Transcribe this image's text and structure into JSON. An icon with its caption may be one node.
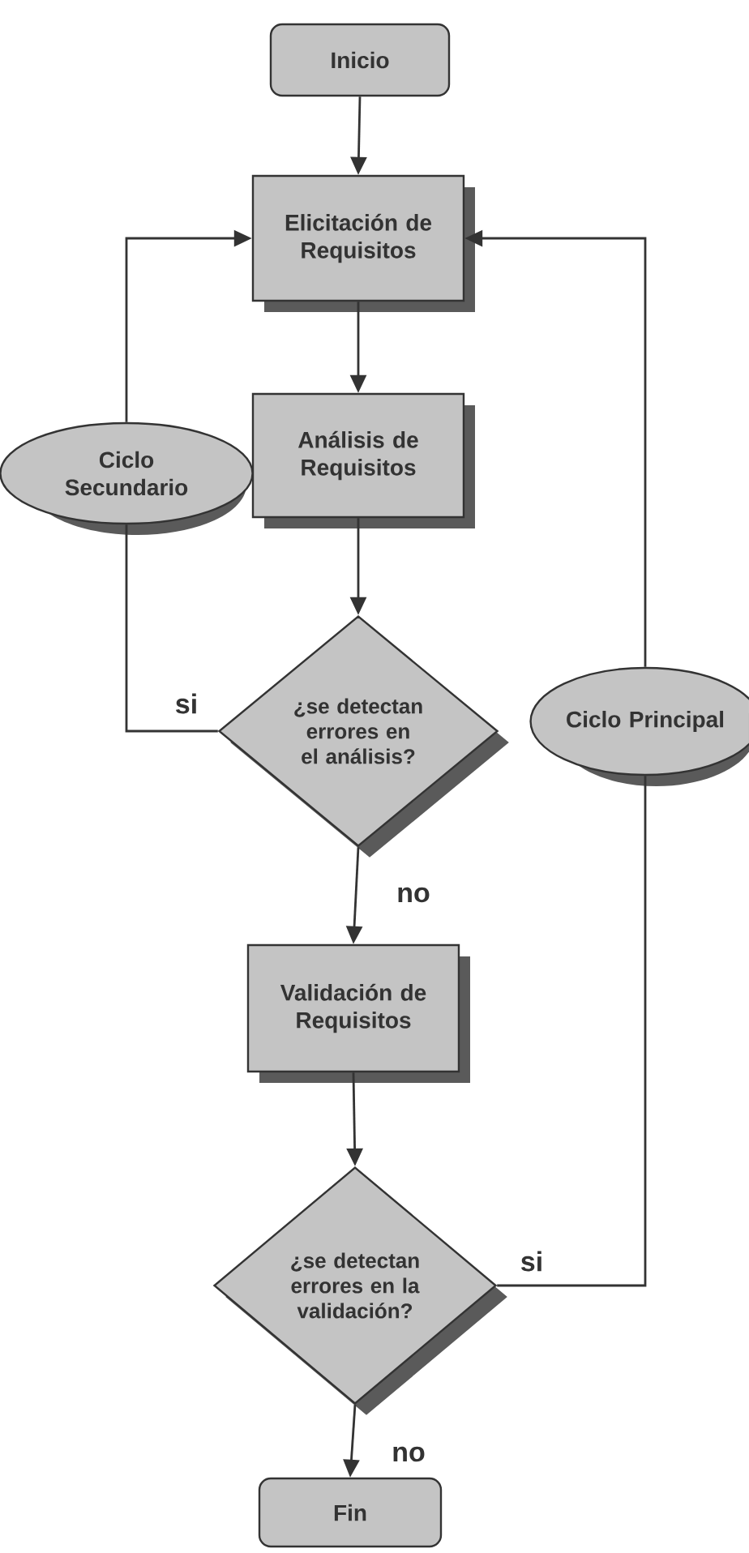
{
  "diagram": {
    "nodes": [
      {
        "text": [
          "Inicio"
        ]
      },
      {
        "text": [
          "Elicitación de Requisitos"
        ]
      },
      {
        "text": [
          "Análisis de Requisitos"
        ]
      },
      {
        "text": [
          "¿se detectan errores en el análisis?"
        ]
      },
      {
        "text": [
          "Validación de Requisitos"
        ]
      },
      {
        "text": [
          "¿se detectan errores en la validación?"
        ]
      },
      {
        "text": [
          "Fin"
        ]
      },
      {
        "text": [
          "Ciclo Secundario"
        ]
      },
      {
        "text": [
          "Ciclo Principal"
        ]
      }
    ],
    "edges": [
      {
        "from": 0,
        "to": 1,
        "arrow": "to"
      },
      {
        "from": 1,
        "to": 2,
        "arrow": "to"
      },
      {
        "from": 2,
        "to": 3,
        "arrow": "to"
      },
      {
        "from": 3,
        "to": 4,
        "arrow": "to",
        "label": "no"
      },
      {
        "from": 4,
        "to": 5,
        "arrow": "to"
      },
      {
        "from": 5,
        "to": 6,
        "arrow": "to",
        "label": "no"
      },
      {
        "from": 3,
        "to": 7,
        "arrow": "none",
        "label": "si"
      },
      {
        "from": 7,
        "to": 1,
        "arrow": "to"
      },
      {
        "from": 5,
        "to": 8,
        "arrow": "none",
        "label": "si"
      },
      {
        "from": 8,
        "to": 1,
        "arrow": "to"
      }
    ]
  }
}
